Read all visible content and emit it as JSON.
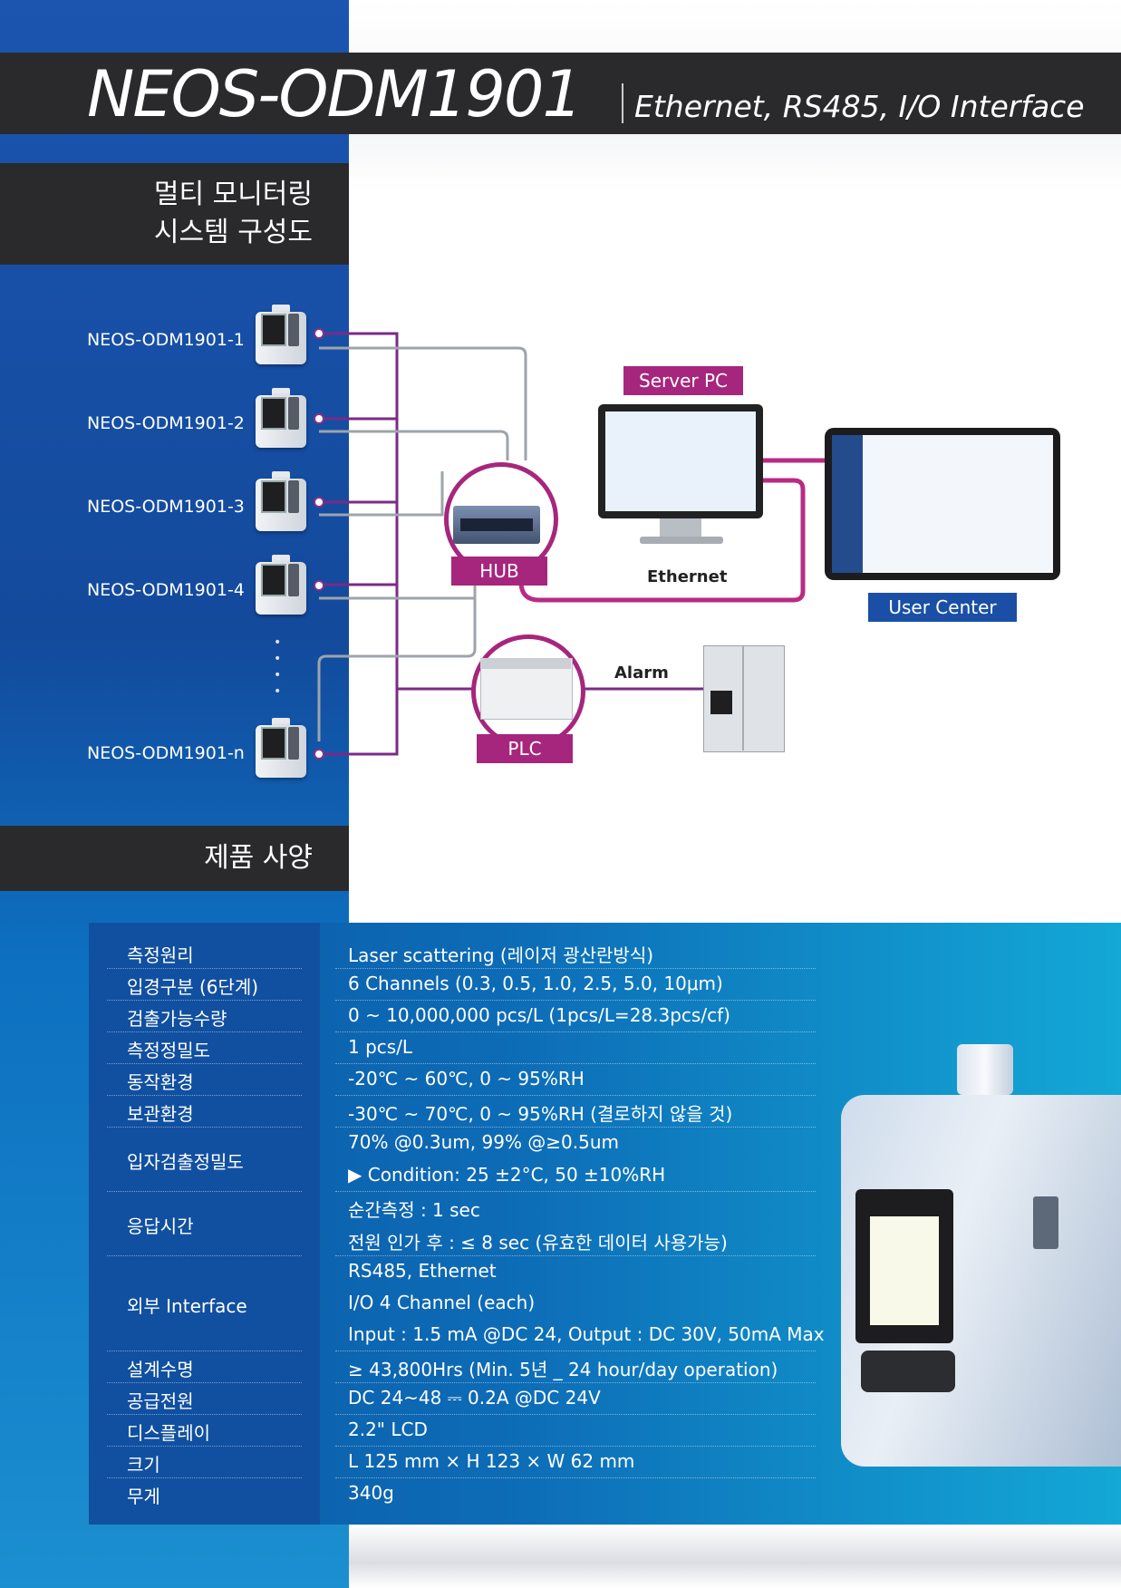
{
  "header": {
    "title": "NEOS-ODM1901",
    "subtitle": "Ethernet, RS485, I/O Interface"
  },
  "section1": {
    "line1": "멀티 모니터링",
    "line2": "시스템 구성도"
  },
  "section2": {
    "title": "제품 사양"
  },
  "devices": [
    "NEOS-ODM1901-1",
    "NEOS-ODM1901-2",
    "NEOS-ODM1901-3",
    "NEOS-ODM1901-4",
    "NEOS-ODM1901-n"
  ],
  "diagram": {
    "hub_label": "HUB",
    "plc_label": "PLC",
    "server_label": "Server PC",
    "user_center_label": "User Center",
    "ethernet_label": "Ethernet",
    "alarm_label": "Alarm"
  },
  "colors": {
    "accent_magenta": "#a6267d",
    "accent_blue": "#1a4fa5",
    "dark_bar": "#2a2a2c"
  },
  "specs": [
    {
      "key": "측정원리",
      "values": [
        "Laser scattering (레이저 광산란방식)"
      ]
    },
    {
      "key": "입경구분 (6단계)",
      "values": [
        "6 Channels (0.3, 0.5, 1.0, 2.5, 5.0, 10μm)"
      ]
    },
    {
      "key": "검출가능수량",
      "values": [
        "0 ~ 10,000,000 pcs/L (1pcs/L=28.3pcs/cf)"
      ]
    },
    {
      "key": "측정정밀도",
      "values": [
        "1 pcs/L"
      ]
    },
    {
      "key": "동작환경",
      "values": [
        "-20℃ ~ 60℃, 0 ~ 95%RH"
      ]
    },
    {
      "key": "보관환경",
      "values": [
        "-30℃ ~ 70℃, 0 ~ 95%RH (결로하지 않을 것)"
      ]
    },
    {
      "key": "입자검출정밀도",
      "values": [
        "70% @0.3um, 99% @≥0.5um",
        "▶ Condition: 25 ±2°C, 50 ±10%RH"
      ]
    },
    {
      "key": "응답시간",
      "values": [
        "순간측정 : 1 sec",
        "전원 인가 후 : ≤ 8 sec (유효한 데이터 사용가능)"
      ]
    },
    {
      "key": "외부 Interface",
      "values": [
        "RS485, Ethernet",
        "I/O 4 Channel (each)",
        "Input : 1.5 mA @DC 24, Output : DC 30V, 50mA Max"
      ]
    },
    {
      "key": "설계수명",
      "values": [
        "≥ 43,800Hrs (Min. 5년 _ 24 hour/day operation)"
      ]
    },
    {
      "key": "공급전원",
      "values": [
        "DC 24~48 ⎓ 0.2A @DC 24V"
      ]
    },
    {
      "key": "디스플레이",
      "values": [
        "2.2\" LCD"
      ]
    },
    {
      "key": "크기",
      "values": [
        "L 125 mm × H 123 × W 62 mm"
      ]
    },
    {
      "key": "무게",
      "values": [
        "340g"
      ]
    }
  ]
}
